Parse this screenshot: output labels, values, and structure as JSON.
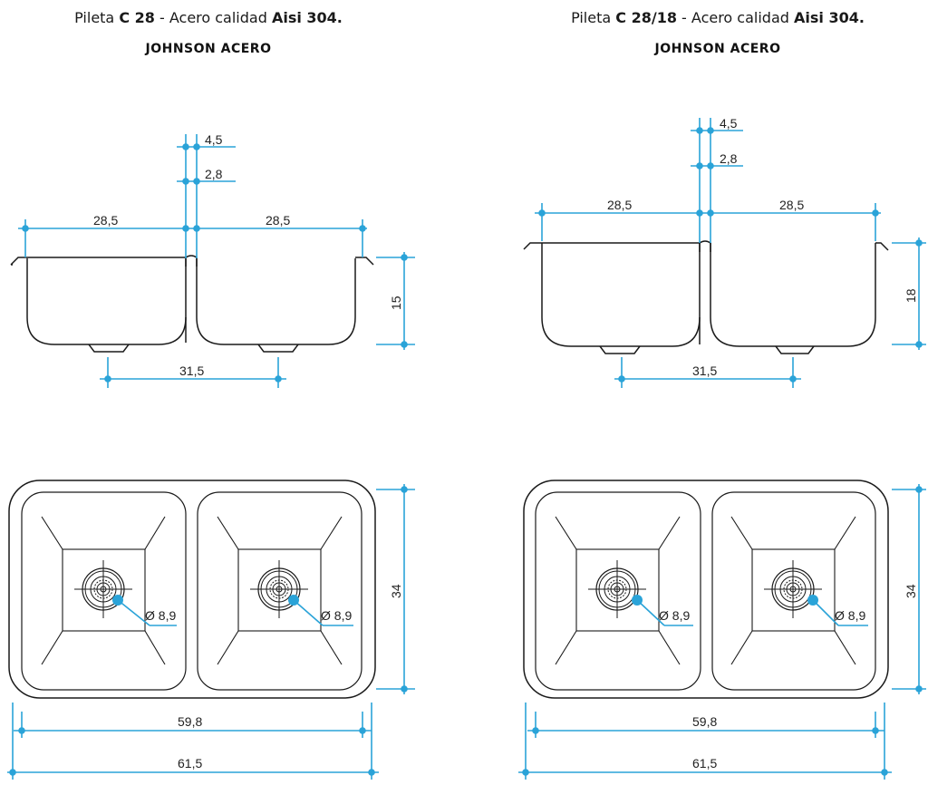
{
  "left": {
    "title": {
      "prefix": "Pileta ",
      "model": "C 28",
      "middle": " - Acero calidad ",
      "material": "Aisi 304."
    },
    "brand": "JOHNSON ACERO",
    "dims": {
      "rim_a": "4,5",
      "rim_b": "2,8",
      "width_left": "28,5",
      "width_right": "28,5",
      "depth": "15",
      "drain_spacing": "31,5",
      "drain_left": "Ø 8,9",
      "drain_right": "Ø 8,9",
      "height": "34",
      "inner_width": "59,8",
      "outer_width": "61,5"
    }
  },
  "right": {
    "title": {
      "prefix": "Pileta ",
      "model": "C 28/18",
      "middle": " - Acero calidad ",
      "material": "Aisi 304."
    },
    "brand": "JOHNSON ACERO",
    "dims": {
      "rim_a": "4,5",
      "rim_b": "2,8",
      "width_left": "28,5",
      "width_right": "28,5",
      "depth": "18",
      "drain_spacing": "31,5",
      "drain_left": "Ø 8,9",
      "drain_right": "Ø 8,9",
      "height": "34",
      "inner_width": "59,8",
      "outer_width": "61,5"
    }
  },
  "colors": {
    "dimension": "#2aa3d8",
    "outline": "#1a1a1a"
  }
}
